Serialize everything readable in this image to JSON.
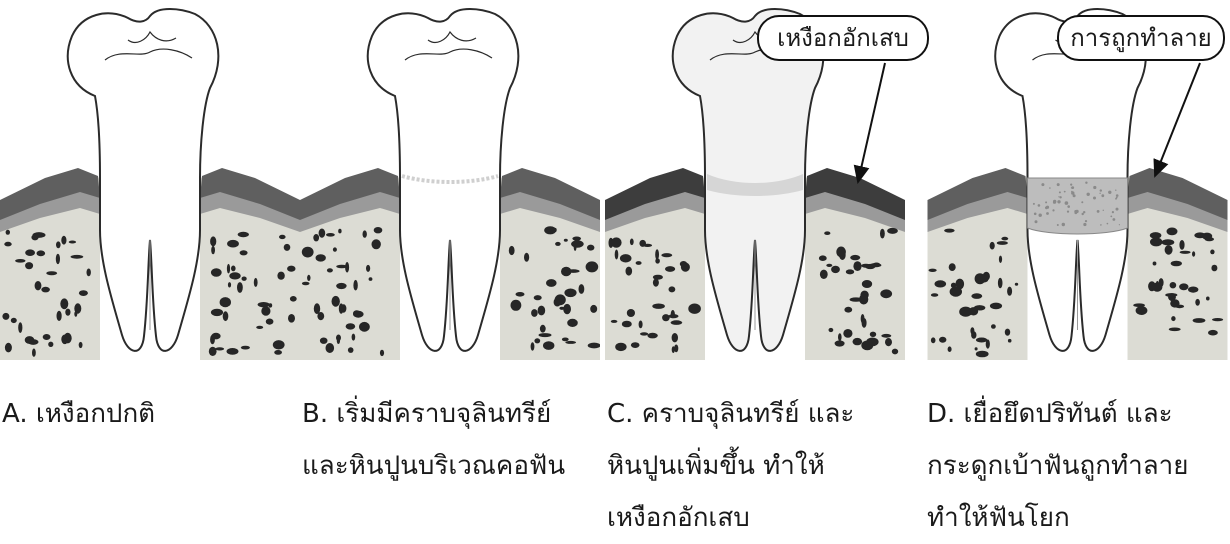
{
  "panels": [
    {
      "id": "A",
      "caption": "A. เหงือกปกติ",
      "state": "normal"
    },
    {
      "id": "B",
      "caption": "B. เริ่มมีคราบจุลินทรีย์\nและหินปูนบริเวณคอฟัน",
      "state": "plaque"
    },
    {
      "id": "C",
      "caption": "C. คราบจุลินทรีย์ และ\nหินปูนเพิ่มขึ้น ทำให้\nเหงือกอักเสบ",
      "state": "gingivitis"
    },
    {
      "id": "D",
      "caption": "D. เยื่อยึดปริทันต์ และ\nกระดูกเบ้าฟันถูกทำลาย\nทำให้ฟันโยก",
      "state": "periodontitis"
    }
  ],
  "callouts": {
    "inflamed_gum": "เหงือกอักเสบ",
    "destruction": "การถูกทำลาย"
  },
  "colors": {
    "gum": "#5f5f5f",
    "gum_inflamed": "#3d3d3d",
    "bone_layer": "#9a9a9a",
    "bone": "#dcdcd4",
    "tooth": "#ffffff",
    "outline": "#2b2b2b"
  }
}
